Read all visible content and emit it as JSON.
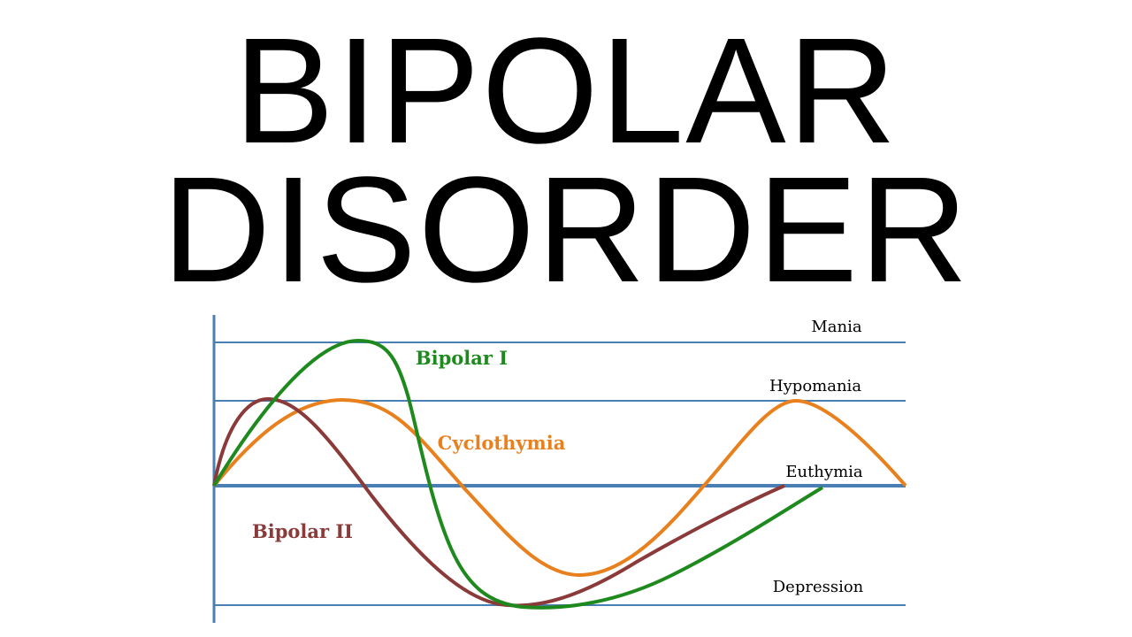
{
  "title": {
    "line1": "BIPOLAR",
    "line2": "DISORDER"
  },
  "levels": {
    "mania": "Mania",
    "hypomania": "Hypomania",
    "euthymia": "Euthymia",
    "depression": "Depression"
  },
  "curves": {
    "bipolar_1": {
      "label": "Bipolar I",
      "color": "#1e8a1e"
    },
    "bipolar_2": {
      "label": "Bipolar II",
      "color": "#8b3a3a"
    },
    "cyclothymia": {
      "label": "Cyclothymia",
      "color": "#e8801e"
    }
  },
  "colors": {
    "grid": "#4a7fb5",
    "title": "#000000"
  }
}
